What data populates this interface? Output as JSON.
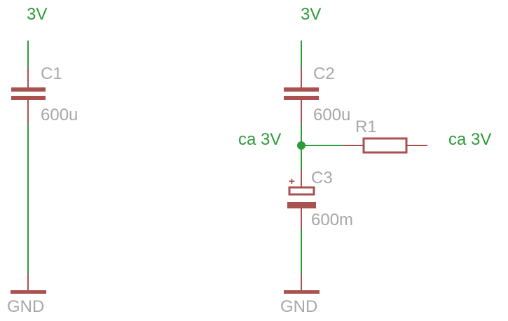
{
  "schematic": {
    "colors": {
      "net": "#2e9a3a",
      "component": "#a8514f",
      "label": "#a8a8a8",
      "background": "#ffffff"
    },
    "left_circuit": {
      "supply_label": "3V",
      "capacitor": {
        "name": "C1",
        "value": "600u"
      },
      "ground_label": "GND"
    },
    "right_circuit": {
      "supply_label": "3V",
      "capacitor_top": {
        "name": "C2",
        "value": "600u"
      },
      "node_label_left": "ca 3V",
      "resistor": {
        "name": "R1"
      },
      "node_label_right": "ca 3V",
      "capacitor_bottom": {
        "name": "C3",
        "value": "600m",
        "polarity": "+"
      },
      "ground_label": "GND"
    }
  }
}
